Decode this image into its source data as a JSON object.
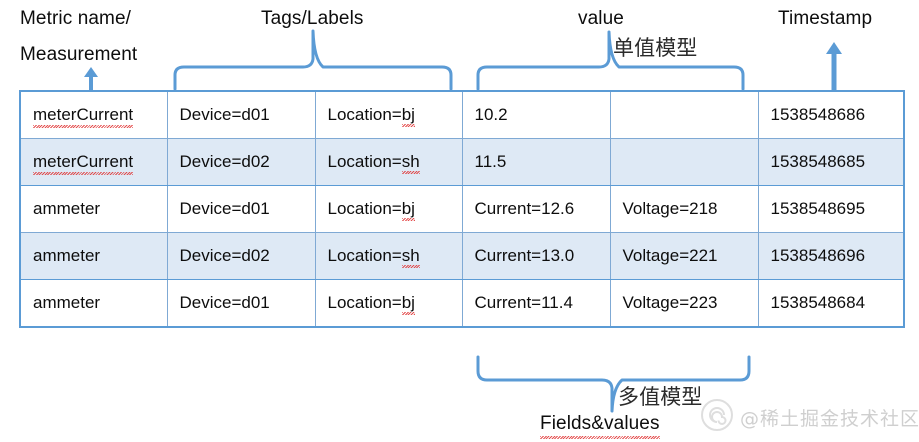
{
  "accent_color": "#5B9BD5",
  "table_border_color": "#7FA9D4",
  "alt_row_color": "#DEE9F5",
  "annotations": {
    "metric_name_line1": "Metric name/",
    "metric_name_line2": "Measurement",
    "tags_labels": "Tags/Labels",
    "value": "value",
    "single_value_model_cn": "单值模型",
    "timestamp": "Timestamp",
    "multi_value_model_cn": "多值模型",
    "fields_and_values": "Fields&values"
  },
  "table": {
    "columns": [
      "metric",
      "tag1",
      "tag2",
      "field1",
      "field2",
      "timestamp"
    ],
    "rows": [
      {
        "metric": "meterCurrent",
        "tag1": "Device=d01",
        "tag2": "Location=bj",
        "field1": "10.2",
        "field2": "",
        "timestamp": "1538548686",
        "alt": false
      },
      {
        "metric": "meterCurrent",
        "tag1": "Device=d02",
        "tag2": "Location=sh",
        "field1": "11.5",
        "field2": "",
        "timestamp": "1538548685",
        "alt": true
      },
      {
        "metric": "ammeter",
        "tag1": "Device=d01",
        "tag2": "Location=bj",
        "field1": "Current=12.6",
        "field2": "Voltage=218",
        "timestamp": "1538548695",
        "alt": false
      },
      {
        "metric": "ammeter",
        "tag1": "Device=d02",
        "tag2": "Location=sh",
        "field1": "Current=13.0",
        "field2": "Voltage=221",
        "timestamp": "1538548696",
        "alt": true
      },
      {
        "metric": "ammeter",
        "tag1": "Device=d01",
        "tag2": "Location=bj",
        "field1": "Current=11.4",
        "field2": "Voltage=223",
        "timestamp": "1538548684",
        "alt": false
      }
    ]
  },
  "watermark": {
    "text": "@稀土掘金技术社区"
  }
}
